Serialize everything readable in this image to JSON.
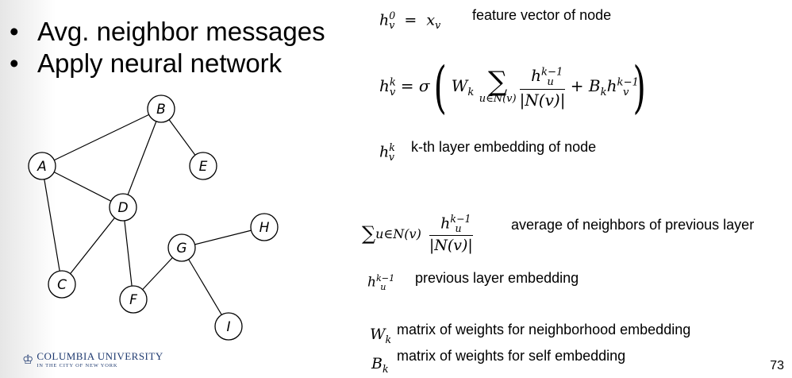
{
  "bullets": [
    "Avg. neighbor messages",
    "Apply neural network"
  ],
  "graph": {
    "nodes": [
      "A",
      "B",
      "C",
      "D",
      "E",
      "F",
      "G",
      "H",
      "I"
    ],
    "edges": [
      [
        "A",
        "B"
      ],
      [
        "A",
        "D"
      ],
      [
        "A",
        "C"
      ],
      [
        "B",
        "D"
      ],
      [
        "B",
        "E"
      ],
      [
        "C",
        "D"
      ],
      [
        "D",
        "F"
      ],
      [
        "F",
        "G"
      ],
      [
        "G",
        "H"
      ],
      [
        "G",
        "I"
      ]
    ]
  },
  "formulas": {
    "h0_desc": "feature vector of node",
    "hk_desc": "k-th layer embedding of node",
    "avg_desc": "average of neighbors of previous layer",
    "prev_desc": "previous layer embedding",
    "wk_desc": "matrix of weights for neighborhood embedding",
    "bk_desc": "matrix of weights for self embedding"
  },
  "logo": {
    "title": "COLUMBIA UNIVERSITY",
    "subtitle": "IN THE CITY OF NEW YORK"
  },
  "page_number": "73"
}
